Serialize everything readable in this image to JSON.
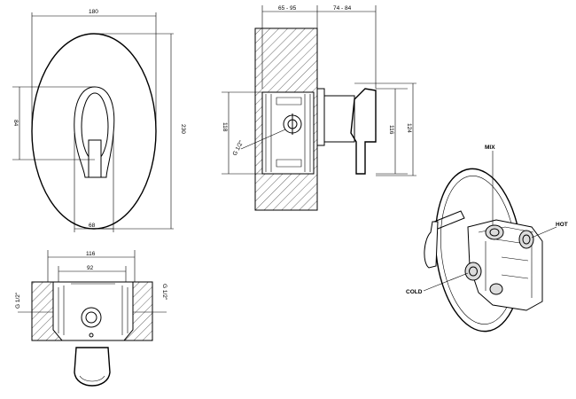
{
  "front_view": {
    "dim_width": "180",
    "dim_height": "230",
    "dim_lever_height": "84",
    "dim_lever_offset": "68"
  },
  "side_view": {
    "dim_wall_depth": "65 - 95",
    "dim_projection": "74 - 84",
    "dim_body_height": "118",
    "dim_trim_height": "116",
    "dim_plate_height": "124",
    "thread_label": "G 1/2\""
  },
  "bottom_view": {
    "dim_outer_width": "116",
    "dim_inner_width": "92",
    "thread_left": "G 1/2\"",
    "thread_right": "G 1/2\""
  },
  "perspective_view": {
    "label_mix": "MIX",
    "label_hot": "HOT",
    "label_cold": "COLD"
  }
}
